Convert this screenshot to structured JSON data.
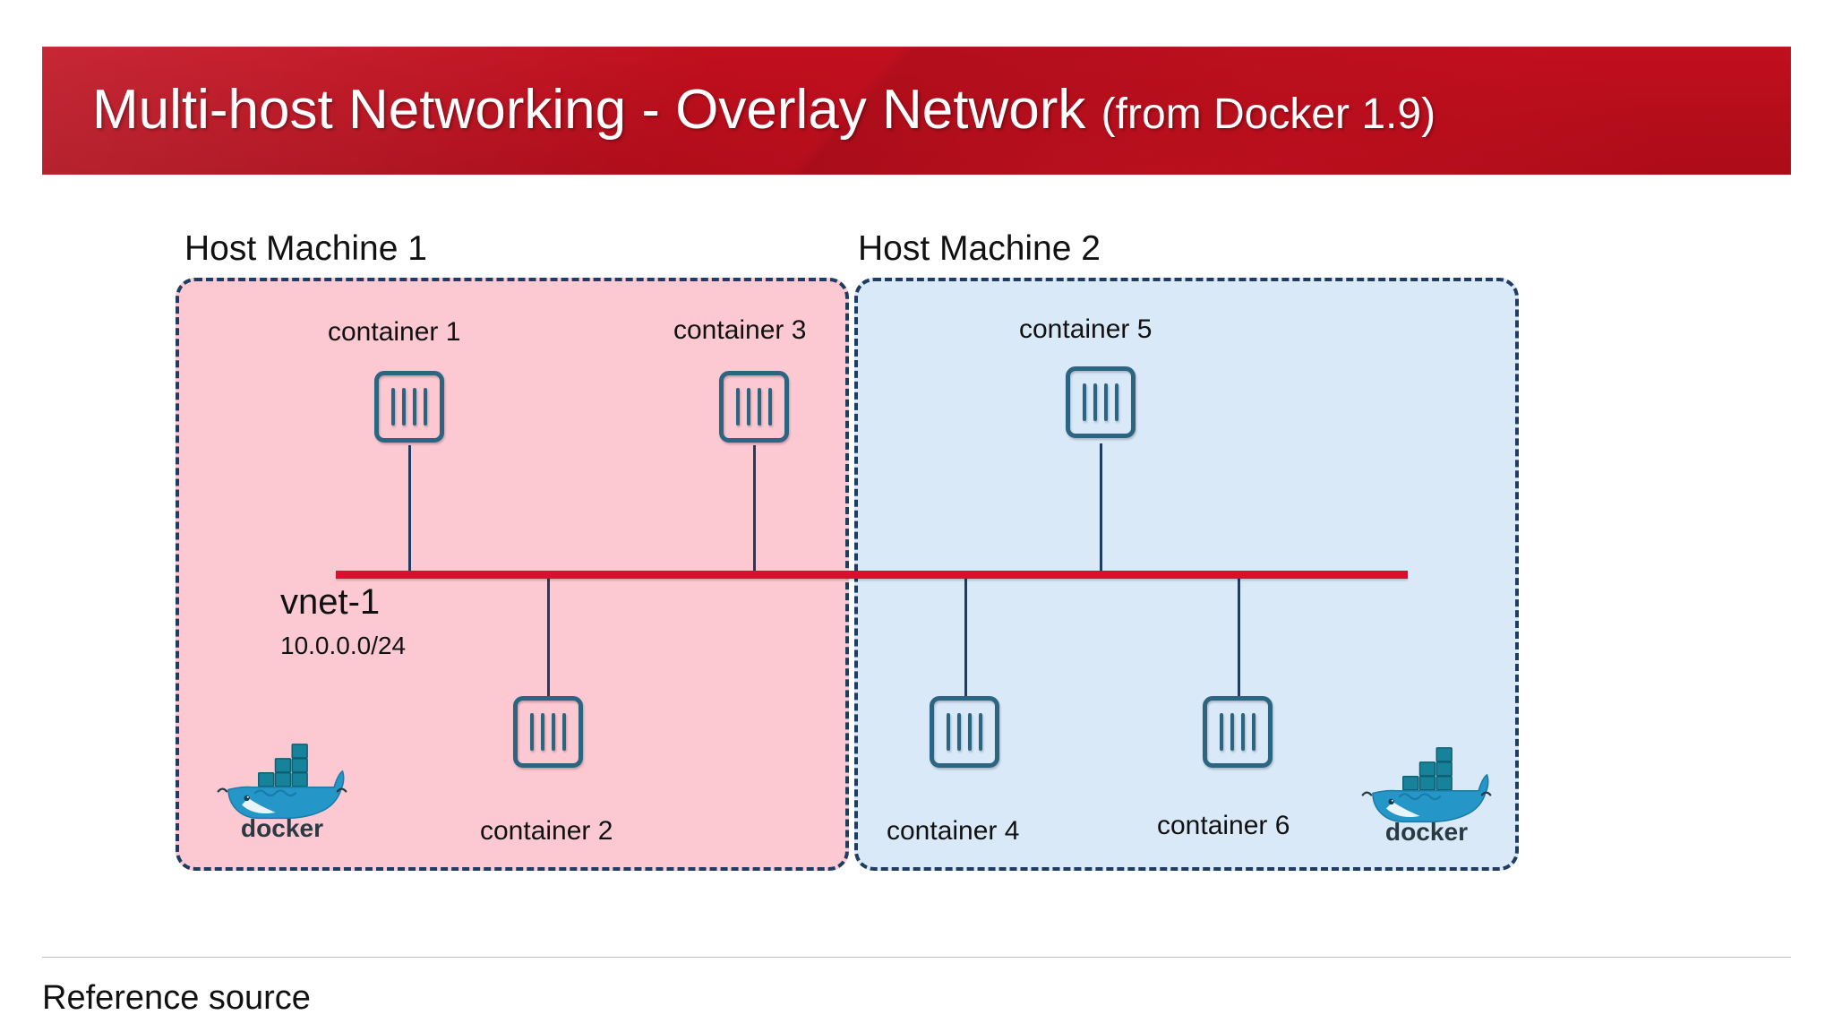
{
  "slide": {
    "title_main": "Multi-host Networking - Overlay Network ",
    "title_sub": "(from Docker 1.9)",
    "banner_color": "#b60d1b",
    "footer_text": "Reference source"
  },
  "hosts": [
    {
      "label": "Host Machine 1",
      "fill_color": "#fcc9d2",
      "border_color": "#1f3d63",
      "docker_logo_label": "docker"
    },
    {
      "label": "Host Machine 2",
      "fill_color": "#d9e9f8",
      "border_color": "#1f3d63",
      "docker_logo_label": "docker"
    }
  ],
  "network": {
    "name": "vnet-1",
    "cidr": "10.0.0.0/24",
    "line_color": "#d6102e"
  },
  "containers": [
    {
      "label": "container 1",
      "host": 1,
      "position": "above"
    },
    {
      "label": "container 3",
      "host": 1,
      "position": "above"
    },
    {
      "label": "container 2",
      "host": 1,
      "position": "below"
    },
    {
      "label": "container 5",
      "host": 2,
      "position": "above"
    },
    {
      "label": "container 4",
      "host": 2,
      "position": "below"
    },
    {
      "label": "container 6",
      "host": 2,
      "position": "below"
    }
  ],
  "icons": {
    "container": "container-icon",
    "docker": "docker-whale-logo"
  }
}
